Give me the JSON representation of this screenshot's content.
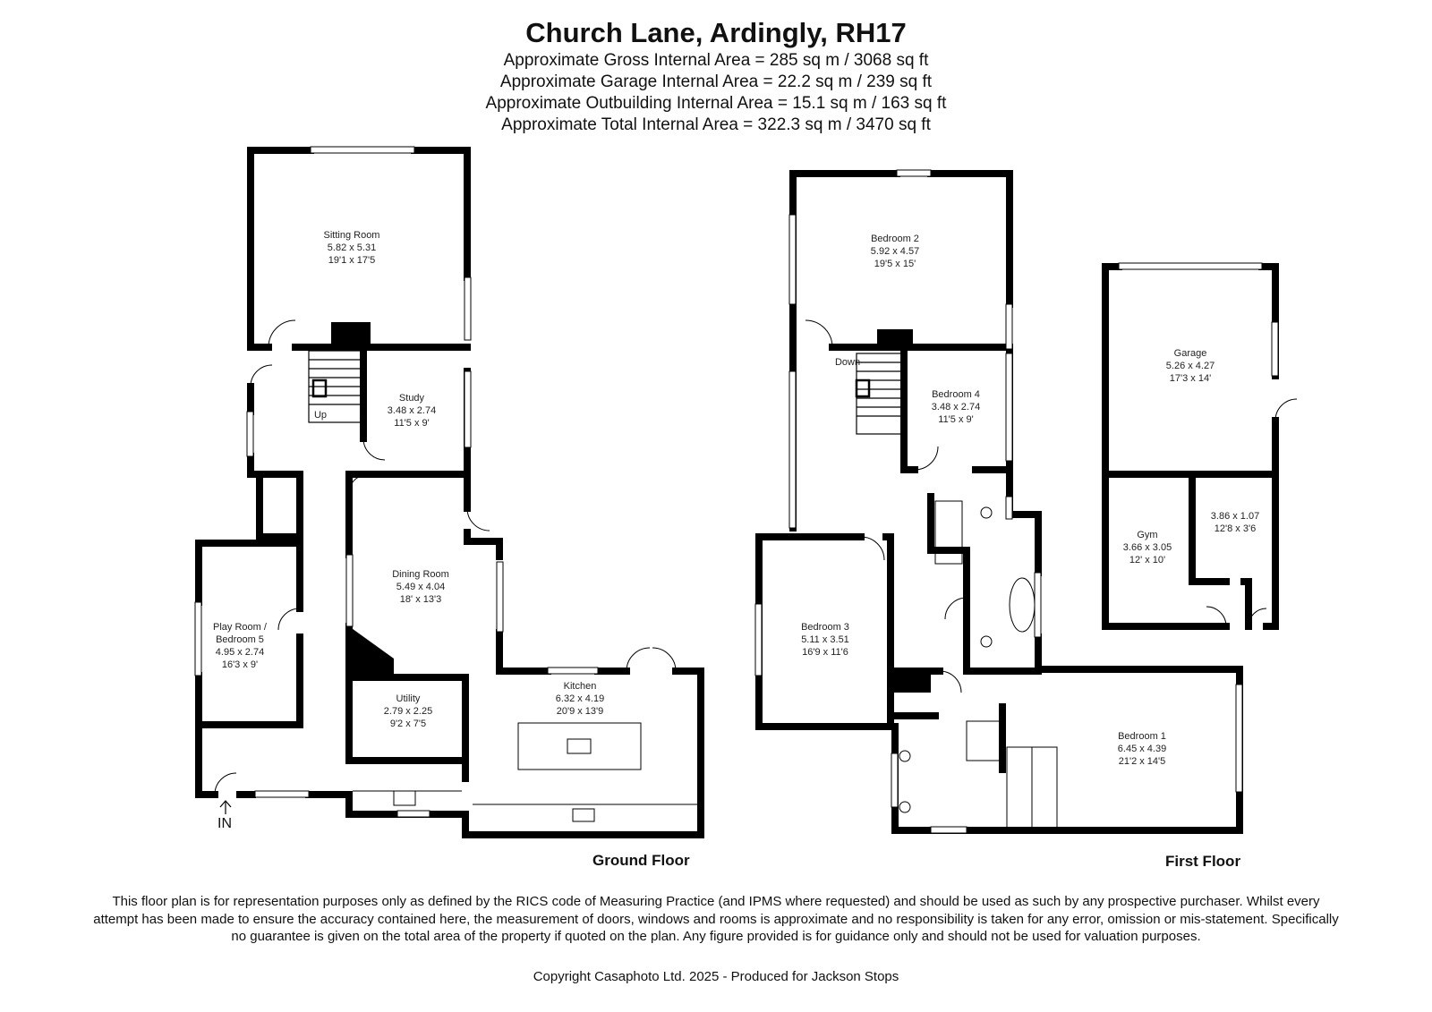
{
  "header": {
    "title": "Church Lane, Ardingly, RH17",
    "areas": [
      "Approximate Gross Internal Area = 285 sq m / 3068 sq ft",
      "Approximate Garage Internal Area = 22.2 sq m / 239 sq ft",
      "Approximate Outbuilding Internal Area = 15.1 sq m / 163 sq ft",
      "Approximate Total Internal Area = 322.3 sq m / 3470 sq ft"
    ]
  },
  "ground_floor": {
    "label": "Ground Floor",
    "entrance": "IN",
    "stair_label": "Up",
    "rooms": {
      "sitting": {
        "name": "Sitting Room",
        "metric": "5.82 x 5.31",
        "imperial": "19'1 x 17'5"
      },
      "study": {
        "name": "Study",
        "metric": "3.48 x 2.74",
        "imperial": "11'5 x 9'"
      },
      "dining": {
        "name": "Dining Room",
        "metric": "5.49 x 4.04",
        "imperial": "18' x 13'3"
      },
      "play_line1": "Play Room /",
      "play": {
        "name": "Bedroom 5",
        "metric": "4.95 x 2.74",
        "imperial": "16'3 x 9'"
      },
      "utility": {
        "name": "Utility",
        "metric": "2.79 x 2.25",
        "imperial": "9'2 x 7'5"
      },
      "kitchen": {
        "name": "Kitchen",
        "metric": "6.32 x 4.19",
        "imperial": "20'9 x 13'9"
      }
    }
  },
  "first_floor": {
    "label": "First Floor",
    "stair_label": "Down",
    "rooms": {
      "bed2": {
        "name": "Bedroom 2",
        "metric": "5.92 x 4.57",
        "imperial": "19'5 x 15'"
      },
      "bed4": {
        "name": "Bedroom 4",
        "metric": "3.48 x 2.74",
        "imperial": "11'5 x 9'"
      },
      "bed3": {
        "name": "Bedroom 3",
        "metric": "5.11 x 3.51",
        "imperial": "16'9 x 11'6"
      },
      "bed1": {
        "name": "Bedroom 1",
        "metric": "6.45 x 4.39",
        "imperial": "21'2 x 14'5"
      }
    }
  },
  "outbuilding": {
    "garage": {
      "name": "Garage",
      "metric": "5.26 x 4.27",
      "imperial": "17'3 x 14'"
    },
    "gym": {
      "name": "Gym",
      "metric": "3.66 x 3.05",
      "imperial": "12' x 10'"
    },
    "store": {
      "metric": "3.86 x 1.07",
      "imperial": "12'8 x 3'6"
    }
  },
  "footer": {
    "disclaimer": "This floor plan is for representation purposes only as defined by the RICS code of Measuring Practice (and IPMS where requested) and should be used as such by any prospective purchaser. Whilst every attempt has been made to ensure the accuracy contained here, the measurement of doors, windows and rooms is approximate and no responsibility is taken for any error, omission or mis-statement. Specifically no guarantee is given on the total area of the property if quoted on the plan. Any figure provided is for guidance only and should not be used for valuation purposes.",
    "copyright": "Copyright Casaphoto Ltd. 2025 - Produced for Jackson Stops"
  }
}
